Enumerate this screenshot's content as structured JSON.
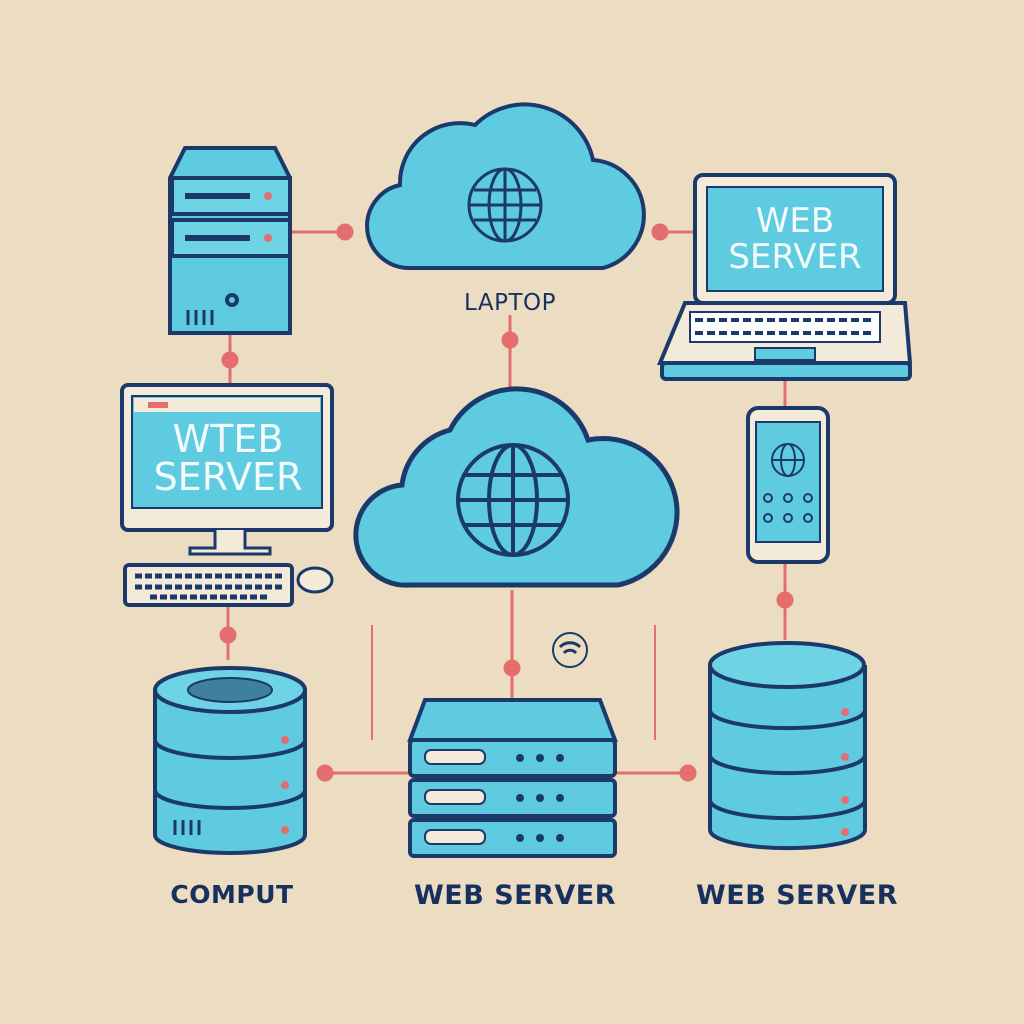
{
  "labels": {
    "cloud_top": "LAPTOP",
    "bottom_left": "COMPUT",
    "bottom_center": "WEB SERVER",
    "bottom_right": "WEB SERVER"
  },
  "screens": {
    "laptop_line1": "WEB",
    "laptop_line2": "SERVER",
    "monitor_line1": "WTEB",
    "monitor_line2": "SERVER"
  },
  "colors": {
    "background": "#ebdcc2",
    "device_fill": "#5ecbe0",
    "outline": "#1b3a6b",
    "connector": "#e46e6e"
  }
}
